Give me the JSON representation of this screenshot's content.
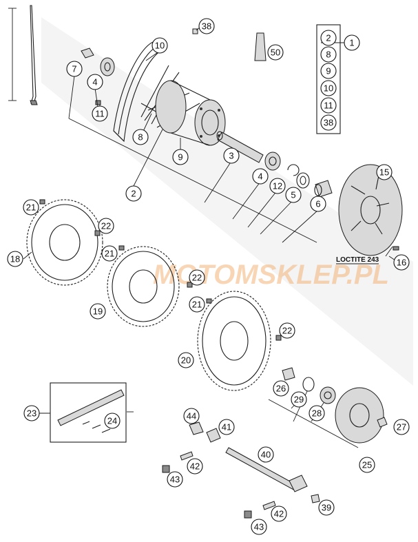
{
  "watermark": {
    "text": "MOTOMSKLEP.PL",
    "color": "#f3b57a"
  },
  "loctite_note": "LOCTITE 243",
  "kit_labels": [
    "2",
    "8",
    "9",
    "10",
    "11",
    "38"
  ],
  "callouts": [
    {
      "id": "c1",
      "text": "1"
    },
    {
      "id": "c2",
      "text": "2"
    },
    {
      "id": "c3",
      "text": "3"
    },
    {
      "id": "c4a",
      "text": "4"
    },
    {
      "id": "c4b",
      "text": "4"
    },
    {
      "id": "c5",
      "text": "5"
    },
    {
      "id": "c6",
      "text": "6"
    },
    {
      "id": "c7",
      "text": "7"
    },
    {
      "id": "c8",
      "text": "8"
    },
    {
      "id": "c9",
      "text": "9"
    },
    {
      "id": "c10",
      "text": "10"
    },
    {
      "id": "c11",
      "text": "11"
    },
    {
      "id": "c12",
      "text": "12"
    },
    {
      "id": "c15",
      "text": "15"
    },
    {
      "id": "c16",
      "text": "16"
    },
    {
      "id": "c18",
      "text": "18"
    },
    {
      "id": "c19",
      "text": "19"
    },
    {
      "id": "c20",
      "text": "20"
    },
    {
      "id": "c21a",
      "text": "21"
    },
    {
      "id": "c21b",
      "text": "21"
    },
    {
      "id": "c21c",
      "text": "21"
    },
    {
      "id": "c22a",
      "text": "22"
    },
    {
      "id": "c22b",
      "text": "22"
    },
    {
      "id": "c22c",
      "text": "22"
    },
    {
      "id": "c23",
      "text": "23"
    },
    {
      "id": "c24",
      "text": "24"
    },
    {
      "id": "c25",
      "text": "25"
    },
    {
      "id": "c26",
      "text": "26"
    },
    {
      "id": "c27",
      "text": "27"
    },
    {
      "id": "c28",
      "text": "28"
    },
    {
      "id": "c29",
      "text": "29"
    },
    {
      "id": "c38",
      "text": "38"
    },
    {
      "id": "c39",
      "text": "39"
    },
    {
      "id": "c40",
      "text": "40"
    },
    {
      "id": "c41",
      "text": "41"
    },
    {
      "id": "c42a",
      "text": "42"
    },
    {
      "id": "c42b",
      "text": "42"
    },
    {
      "id": "c43a",
      "text": "43"
    },
    {
      "id": "c43b",
      "text": "43"
    },
    {
      "id": "c44",
      "text": "44"
    },
    {
      "id": "c50",
      "text": "50"
    }
  ]
}
